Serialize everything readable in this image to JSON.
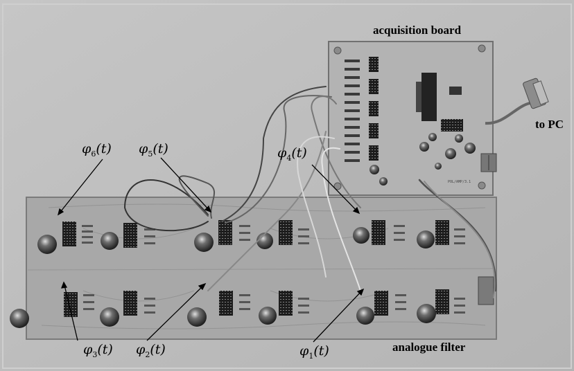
{
  "labels": {
    "acquisition_board": "acquisition board",
    "to_pc": "to PC",
    "analogue_filter": "analogue filter",
    "phi": [
      {
        "symbol": "φ",
        "sub": "6",
        "arg": "(t)"
      },
      {
        "symbol": "φ",
        "sub": "5",
        "arg": "(t)"
      },
      {
        "symbol": "φ",
        "sub": "4",
        "arg": "(t)"
      },
      {
        "symbol": "φ",
        "sub": "3",
        "arg": "(t)"
      },
      {
        "symbol": "φ",
        "sub": "2",
        "arg": "(t)"
      },
      {
        "symbol": "φ",
        "sub": "1",
        "arg": "(t)"
      }
    ]
  },
  "board_silkscreen": "POL/AMP/3.1",
  "colors": {
    "background": "#bdbdbd",
    "pcb": "#a9a9a9",
    "ic": "#1e1e1e",
    "wire": "#5a5a5a"
  }
}
